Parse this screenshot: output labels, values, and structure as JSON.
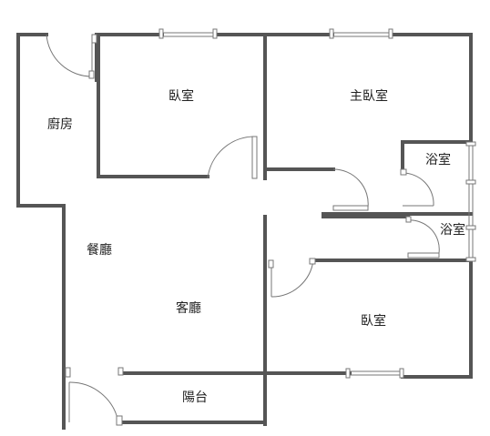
{
  "floor_plan": {
    "rooms": {
      "kitchen": "廚房",
      "bedroom_top": "臥室",
      "master_bedroom": "主臥室",
      "bath_master": "浴室",
      "bath_second": "浴室",
      "dining": "餐廳",
      "living": "客廳",
      "bedroom_bottom": "臥室",
      "balcony": "陽台"
    }
  }
}
